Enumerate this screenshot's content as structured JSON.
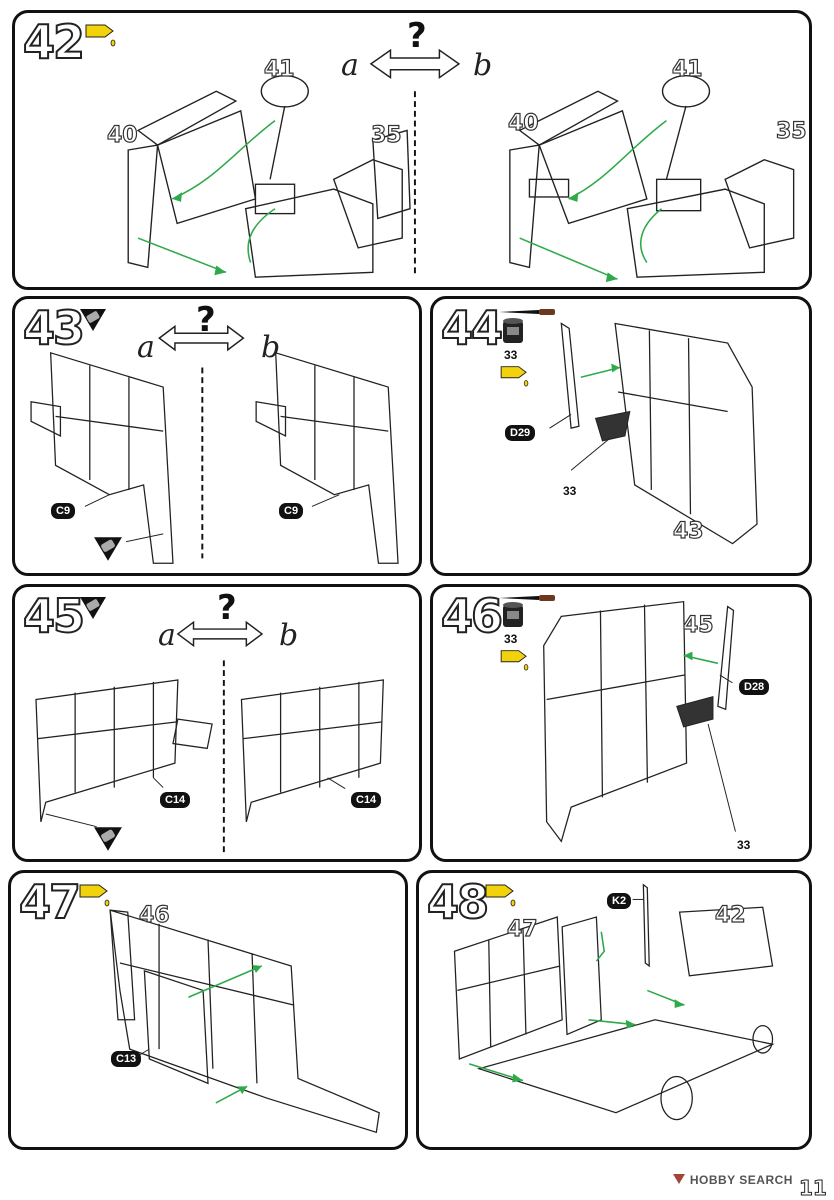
{
  "steps": {
    "s42": {
      "number": "42",
      "option_a": "a",
      "option_b": "b",
      "question": "?",
      "callouts": {
        "a_41": "41",
        "a_40": "40",
        "a_35": "35",
        "b_41": "41",
        "b_40": "40",
        "b_35": "35"
      },
      "icons": [
        "glue-icon"
      ]
    },
    "s43": {
      "number": "43",
      "option_a": "a",
      "option_b": "b",
      "question": "?",
      "part_a": "C9",
      "part_b": "C9",
      "icons": [
        "cut-icon"
      ]
    },
    "s44": {
      "number": "44",
      "paint_code": "33",
      "part": "D29",
      "pointer_num": "33",
      "callout": "43",
      "icons": [
        "paint-brush-icon",
        "paint-pot-icon",
        "glue-icon"
      ]
    },
    "s45": {
      "number": "45",
      "option_a": "a",
      "option_b": "b",
      "question": "?",
      "part_a": "C14",
      "part_b": "C14",
      "icons": [
        "cut-icon"
      ]
    },
    "s46": {
      "number": "46",
      "paint_code": "33",
      "part": "D28",
      "pointer_num": "33",
      "callout": "45",
      "icons": [
        "paint-brush-icon",
        "paint-pot-icon",
        "glue-icon"
      ]
    },
    "s47": {
      "number": "47",
      "callout": "46",
      "part": "C13",
      "icons": [
        "glue-icon"
      ]
    },
    "s48": {
      "number": "48",
      "callout_47": "47",
      "callout_42": "42",
      "part": "K2",
      "icons": [
        "glue-icon"
      ]
    }
  },
  "footer": {
    "brand": "HOBBY SEARCH",
    "page_number": "11"
  },
  "colors": {
    "panel_border": "#111111",
    "arrow_green": "#2eaa4a",
    "glue_yellow": "#f2d20b",
    "paint_pot": "#222222"
  }
}
